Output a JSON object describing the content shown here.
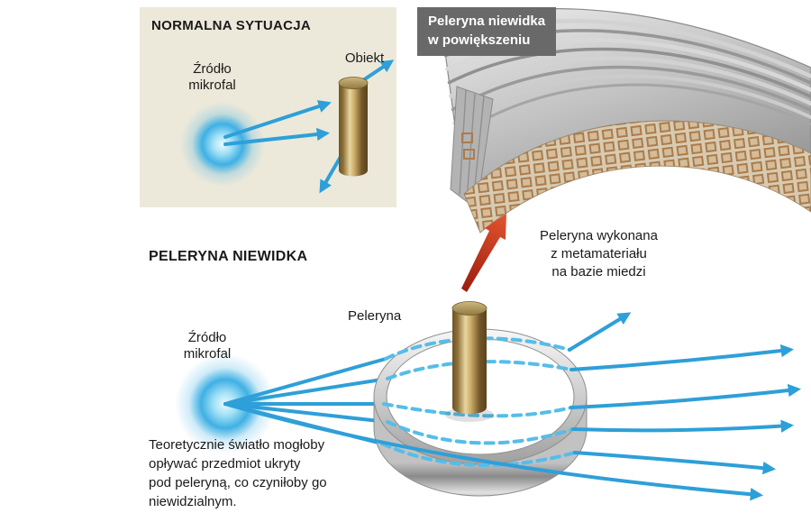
{
  "colors": {
    "background": "#FFFFFF",
    "panel_bg": "#ECE9DA",
    "text": "#1A1A1A",
    "ray_blue": "#2E9FD8",
    "ray_blue_dashed": "#56BDE9",
    "source_glow": "#3FB0E4",
    "bronze_cylinder": "#8D6F35",
    "metal_light": "#E8E8E8",
    "metal_dark": "#8F8F8F",
    "copper": "#AD7B4B",
    "red_arrow": "#C23B22",
    "callout_bg": "#696969",
    "callout_text": "#FFFFFF"
  },
  "normal_panel": {
    "title": "NORMALNA SYTUACJA",
    "source_label": "Źródło\nmikrofal",
    "object_label": "Obiekt"
  },
  "magnified": {
    "callout": "Peleryna niewidka\nw powiększeniu",
    "caption": "Peleryna wykonana\nz metamateriału\nna bazie miedzi"
  },
  "cloak_section": {
    "title": "PELERYNA NIEWIDKA",
    "source_label": "Źródło\nmikrofal",
    "ring_label": "Peleryna",
    "description": "Teoretycznie światło mogłoby\nopływać przedmiot ukryty\npod peleryną, co czyniłoby go\nniewidzialnym."
  }
}
